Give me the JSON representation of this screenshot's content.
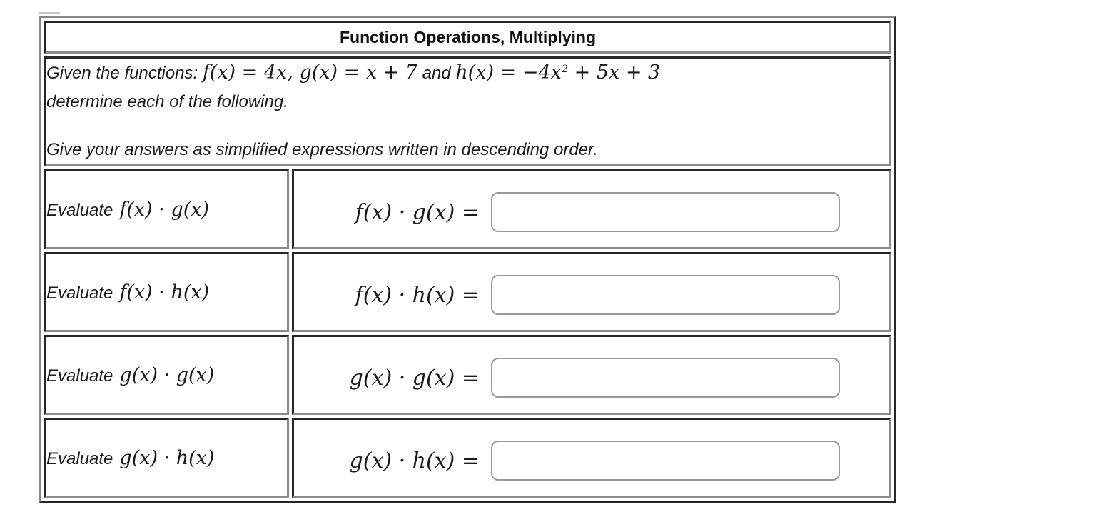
{
  "header": {
    "title": "Function Operations, Multiplying"
  },
  "instructions": {
    "given_prefix": "Given the functions: ",
    "f_def": "f(x) = 4x, ",
    "g_def": "g(x) = x + 7",
    "and_text": " and ",
    "h_head": "h(x) = −4x",
    "h_sup": "2",
    "h_tail": " + 5x + 3",
    "line2": "determine each of the following.",
    "line3": "Give your answers as simplified expressions written in descending order."
  },
  "rows": [
    {
      "action": "Evaluate",
      "expr": "f(x) · g(x)",
      "eq_label": "f(x) · g(x) =",
      "input_value": ""
    },
    {
      "action": "Evaluate",
      "expr": "f(x) · h(x)",
      "eq_label": "f(x) · h(x) =",
      "input_value": ""
    },
    {
      "action": "Evaluate",
      "expr": "g(x) · g(x)",
      "eq_label": "g(x) · g(x) =",
      "input_value": ""
    },
    {
      "action": "Evaluate",
      "expr": "g(x) · h(x)",
      "eq_label": "g(x) · h(x) =",
      "input_value": ""
    }
  ],
  "colors": {
    "border_dark": "#262626",
    "border_light": "#878787",
    "input_border": "#999999",
    "text": "#1a1a1a"
  }
}
